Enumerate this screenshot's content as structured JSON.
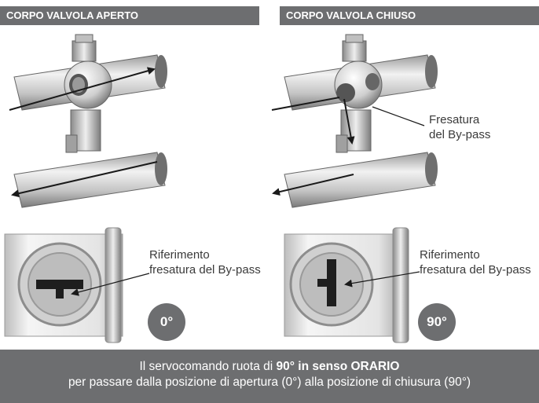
{
  "header": {
    "left_title": "CORPO VALVOLA APERTO",
    "right_title": "CORPO VALVOLA CHIUSO"
  },
  "callouts": {
    "bypass_milling": [
      "Fresatura",
      "del By-pass"
    ],
    "reference_left": [
      "Riferimento",
      "fresatura del By-pass"
    ],
    "reference_right": [
      "Riferimento",
      "fresatura del By-pass"
    ]
  },
  "badges": {
    "open_angle": "0°",
    "closed_angle": "90°"
  },
  "footer": {
    "line1_prefix": "Il servocomando ruota di ",
    "line1_bold": "90° in senso ORARIO",
    "line2": "per passare dalla posizione di apertura (0°) alla posizione di chiusura (90°)"
  },
  "colors": {
    "header_bg": "#6d6e70",
    "metal_light": "#d9d9d9",
    "metal_dark": "#8a8a8a",
    "arrow": "#1a1a1a"
  }
}
